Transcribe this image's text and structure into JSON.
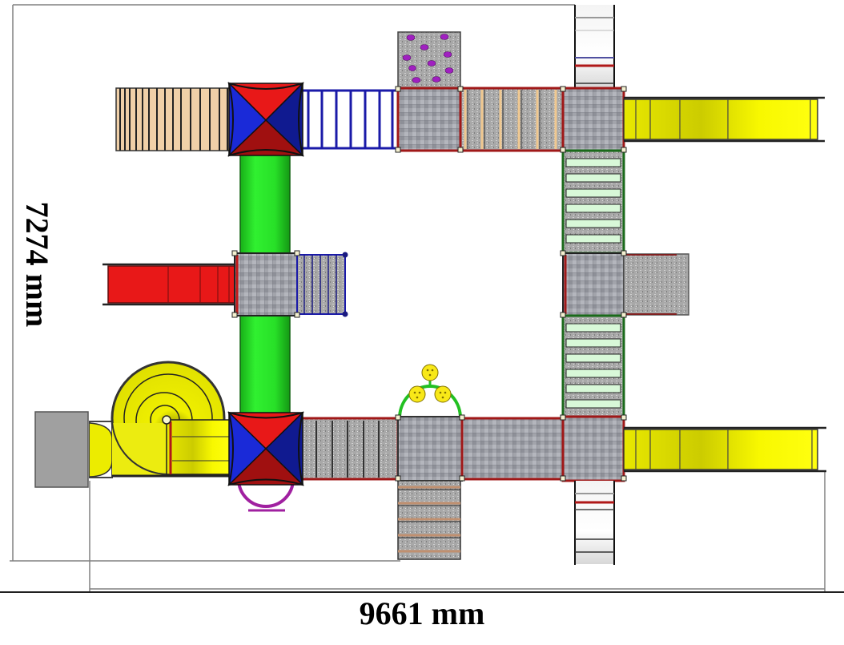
{
  "drawing": {
    "title": "Playground structure top view",
    "view": "plan / top view",
    "background": "#ffffff"
  },
  "dimensions": {
    "width": {
      "value": 9661,
      "unit": "mm",
      "label": "9661 mm"
    },
    "height": {
      "value": 7274,
      "unit": "mm",
      "label": "7274 mm"
    }
  },
  "colors": {
    "platform_deck": "#9a9ca3",
    "platform_frame": "#a01818",
    "post_cap": "#f4f0d0",
    "roof_red": "#e81818",
    "roof_darkred": "#a01010",
    "roof_blue": "#1a2ad8",
    "roof_darkblue": "#101a90",
    "tube_green": "#22e022",
    "slide_yellow": "#f2f200",
    "slide_red": "#e81818",
    "ladder_blue": "#1a1aa8",
    "bridge_green_slat": "#d8f8d8",
    "bridge_green_frame": "#1a6a1a",
    "climb_wall_hold": "#a020c0",
    "flower_yellow": "#f8e818",
    "arch_green": "#22c022",
    "arch_purple": "#a020a0",
    "wood_slat": "#f0d0a8",
    "gray_panel": "#a0a0a0",
    "dimension_line": "#808080"
  },
  "components": [
    {
      "name": "Wooden slat bridge",
      "position": "top-left"
    },
    {
      "name": "Pyramid roof",
      "position": "top-left tower"
    },
    {
      "name": "Blue ladder bridge",
      "position": "top"
    },
    {
      "name": "Climbing wall with holds",
      "position": "top-center"
    },
    {
      "name": "Platform",
      "position": "top-center"
    },
    {
      "name": "Slatted bridge",
      "position": "top"
    },
    {
      "name": "Platform",
      "position": "top-right"
    },
    {
      "name": "Access ladder",
      "position": "top-right"
    },
    {
      "name": "Straight slide (yellow)",
      "position": "top-right"
    },
    {
      "name": "Green tube crawl",
      "position": "left"
    },
    {
      "name": "Straight slide (red)",
      "position": "middle-left"
    },
    {
      "name": "Platform",
      "position": "middle-left"
    },
    {
      "name": "Blue step ladder",
      "position": "middle-left"
    },
    {
      "name": "Green slat bridge",
      "position": "right"
    },
    {
      "name": "Platform",
      "position": "middle-right"
    },
    {
      "name": "Gray ramp panel",
      "position": "middle-right"
    },
    {
      "name": "Spiral slide (yellow)",
      "position": "bottom-left"
    },
    {
      "name": "Gray landing panel",
      "position": "bottom-left"
    },
    {
      "name": "Pyramid roof",
      "position": "bottom-left tower"
    },
    {
      "name": "Purple hoop",
      "position": "bottom-left"
    },
    {
      "name": "Slatted bridge",
      "position": "bottom"
    },
    {
      "name": "Platform with flower arch",
      "position": "bottom-center"
    },
    {
      "name": "Stair ladder",
      "position": "bottom-center"
    },
    {
      "name": "Platform",
      "position": "bottom"
    },
    {
      "name": "Platform",
      "position": "bottom-right"
    },
    {
      "name": "Access ladder",
      "position": "bottom-right"
    },
    {
      "name": "Straight slide (yellow)",
      "position": "bottom-right"
    }
  ]
}
